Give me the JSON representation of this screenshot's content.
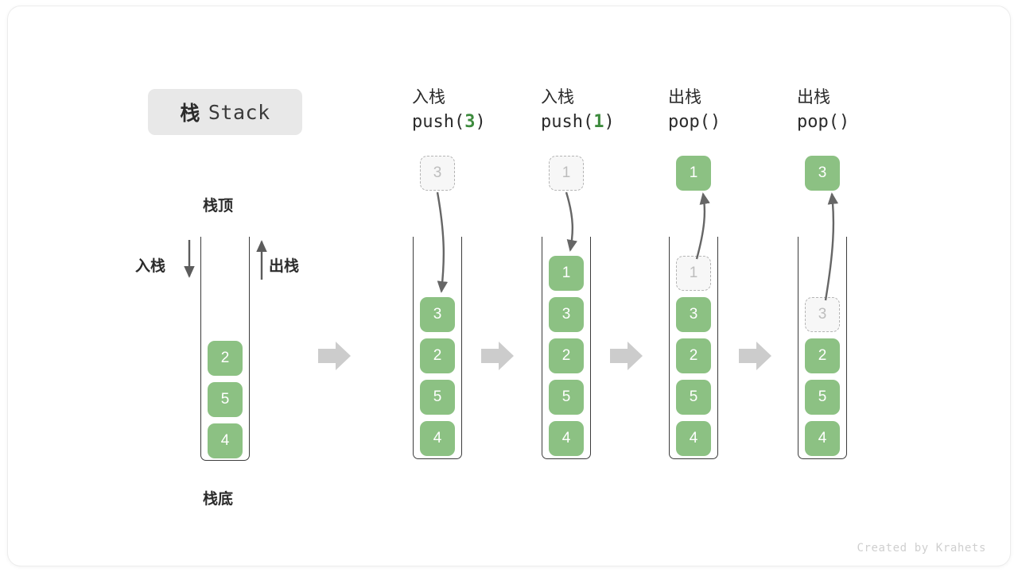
{
  "title": {
    "cn": "栈",
    "en": "Stack"
  },
  "left_diagram": {
    "top_label": "栈顶",
    "bottom_label": "栈底",
    "push_label": "入栈",
    "pop_label": "出栈",
    "elements": [
      "2",
      "5",
      "4"
    ]
  },
  "columns": [
    {
      "id": "push-3",
      "op_cn": "入栈",
      "op_code_prefix": "push(",
      "op_code_arg": "3",
      "op_code_suffix": ")",
      "floating_value": "3",
      "floating_state": "ghost",
      "floating_position": "above",
      "arrow_direction": "down",
      "stack": [
        "3",
        "2",
        "5",
        "4"
      ],
      "ghost_index": -1
    },
    {
      "id": "push-1",
      "op_cn": "入栈",
      "op_code_prefix": "push(",
      "op_code_arg": "1",
      "op_code_suffix": ")",
      "floating_value": "1",
      "floating_state": "ghost",
      "floating_position": "above",
      "arrow_direction": "down",
      "stack": [
        "1",
        "3",
        "2",
        "5",
        "4"
      ],
      "ghost_index": -1
    },
    {
      "id": "pop-1",
      "op_cn": "出栈",
      "op_code_prefix": "pop(",
      "op_code_arg": "",
      "op_code_suffix": ")",
      "floating_value": "1",
      "floating_state": "solid",
      "floating_position": "above",
      "arrow_direction": "up",
      "stack": [
        "1",
        "3",
        "2",
        "5",
        "4"
      ],
      "ghost_index": 0
    },
    {
      "id": "pop-3",
      "op_cn": "出栈",
      "op_code_prefix": "pop(",
      "op_code_arg": "",
      "op_code_suffix": ")",
      "floating_value": "3",
      "floating_state": "solid",
      "floating_position": "above",
      "arrow_direction": "up",
      "stack": [
        "3",
        "2",
        "5",
        "4"
      ],
      "ghost_index": 0
    }
  ],
  "transition_arrows": 4,
  "colors": {
    "element_green": "#8cc183",
    "accent_green": "#3d8b3d",
    "ghost_fill": "#f7f7f7",
    "ghost_border": "#b5b5b5",
    "container_stroke": "#3c3c3c",
    "transition_arrow": "#cccccc",
    "chip_bg": "#e8e8e8",
    "text_dark": "#2b2b2b"
  },
  "footer": "Created by Krahets"
}
